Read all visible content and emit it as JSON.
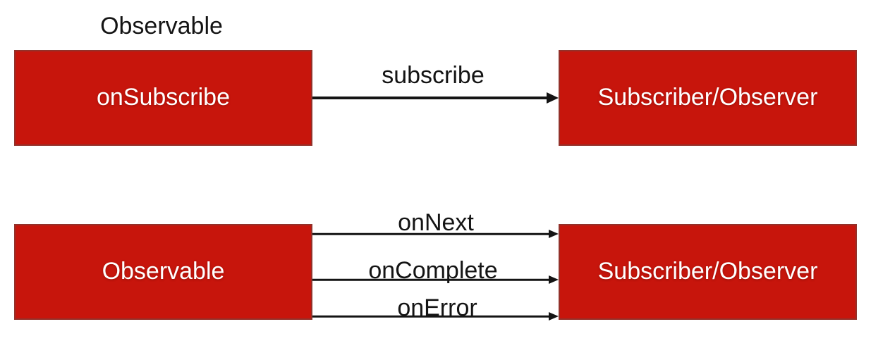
{
  "diagram": {
    "colors": {
      "background": "#ffffff",
      "box_fill": "#c7150c",
      "box_border": "#93312a",
      "box_text": "#ffffff",
      "label_text": "#141414",
      "arrow": "#141414"
    },
    "top_flow": {
      "caption": "Observable",
      "source_box_label": "onSubscribe",
      "arrow_label": "subscribe",
      "target_box_label": "Subscriber/Observer"
    },
    "bottom_flow": {
      "source_box_label": "Observable",
      "arrows": [
        {
          "label": "onNext"
        },
        {
          "label": "onComplete"
        },
        {
          "label": "onError"
        }
      ],
      "target_box_label": "Subscriber/Observer"
    }
  }
}
